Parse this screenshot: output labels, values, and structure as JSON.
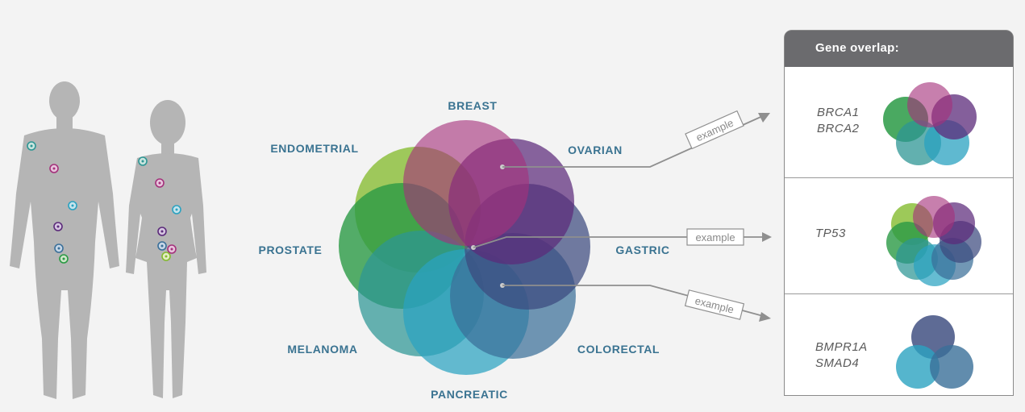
{
  "cancers": [
    "BREAST",
    "OVARIAN",
    "GASTRIC",
    "COLORECTAL",
    "PANCREATIC",
    "MELANOMA",
    "PROSTATE",
    "ENDOMETRIAL"
  ],
  "callouts": [
    "example",
    "example",
    "example"
  ],
  "panel": {
    "title": "Gene overlap:",
    "rows": [
      {
        "genes": [
          "BRCA1",
          "BRCA2"
        ]
      },
      {
        "genes": [
          "TP53"
        ]
      },
      {
        "genes": [
          "BMPR1A",
          "SMAD4"
        ]
      }
    ]
  },
  "colors": {
    "breast": "#a4317b",
    "ovarian": "#5b2a7a",
    "gastric": "#3b4a7e",
    "colorectal": "#3a6f99",
    "pancreatic": "#2aa2c0",
    "melanoma": "#2d9694",
    "prostate": "#2a9a45",
    "endometrial": "#85bb2f",
    "label": "#3a7391",
    "body": "#b5b5b5",
    "arrow": "#8f8f8f"
  }
}
